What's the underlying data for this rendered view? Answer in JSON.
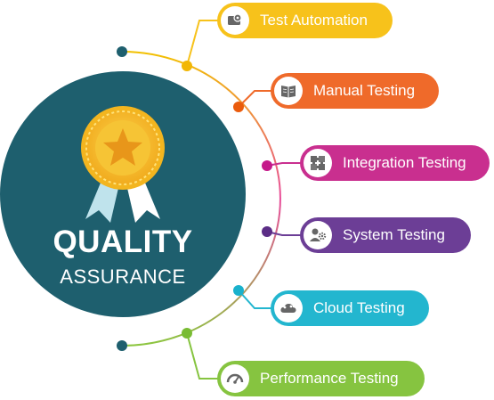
{
  "center": {
    "title": "QUALITY",
    "subtitle": "ASSURANCE",
    "circle_color": "#1e5f6e",
    "badge_color": "#f3b51f",
    "ribbon_color": "#bfe3ec"
  },
  "connector_colors": {
    "start": "#f2c100",
    "mid": "#e84c9a",
    "end": "#8cc63f"
  },
  "items": [
    {
      "label": "Test Automation",
      "icon": "gear-window-icon",
      "color": "#f7c21b",
      "dot_color": "#f2b705"
    },
    {
      "label": "Manual Testing",
      "icon": "book-icon",
      "color": "#ef6a2a",
      "dot_color": "#ea5b0c"
    },
    {
      "label": "Integration Testing",
      "icon": "puzzle-icon",
      "color": "#c92f8f",
      "dot_color": "#c5198a"
    },
    {
      "label": "System Testing",
      "icon": "user-gear-icon",
      "color": "#6c3e96",
      "dot_color": "#5b2d86"
    },
    {
      "label": "Cloud Testing",
      "icon": "cloud-icon",
      "color": "#23b6cf",
      "dot_color": "#19b1cc"
    },
    {
      "label": "Performance Testing",
      "icon": "speedometer-icon",
      "color": "#86c440",
      "dot_color": "#79bc33"
    }
  ],
  "end_dot_color": "#1e5f6e"
}
